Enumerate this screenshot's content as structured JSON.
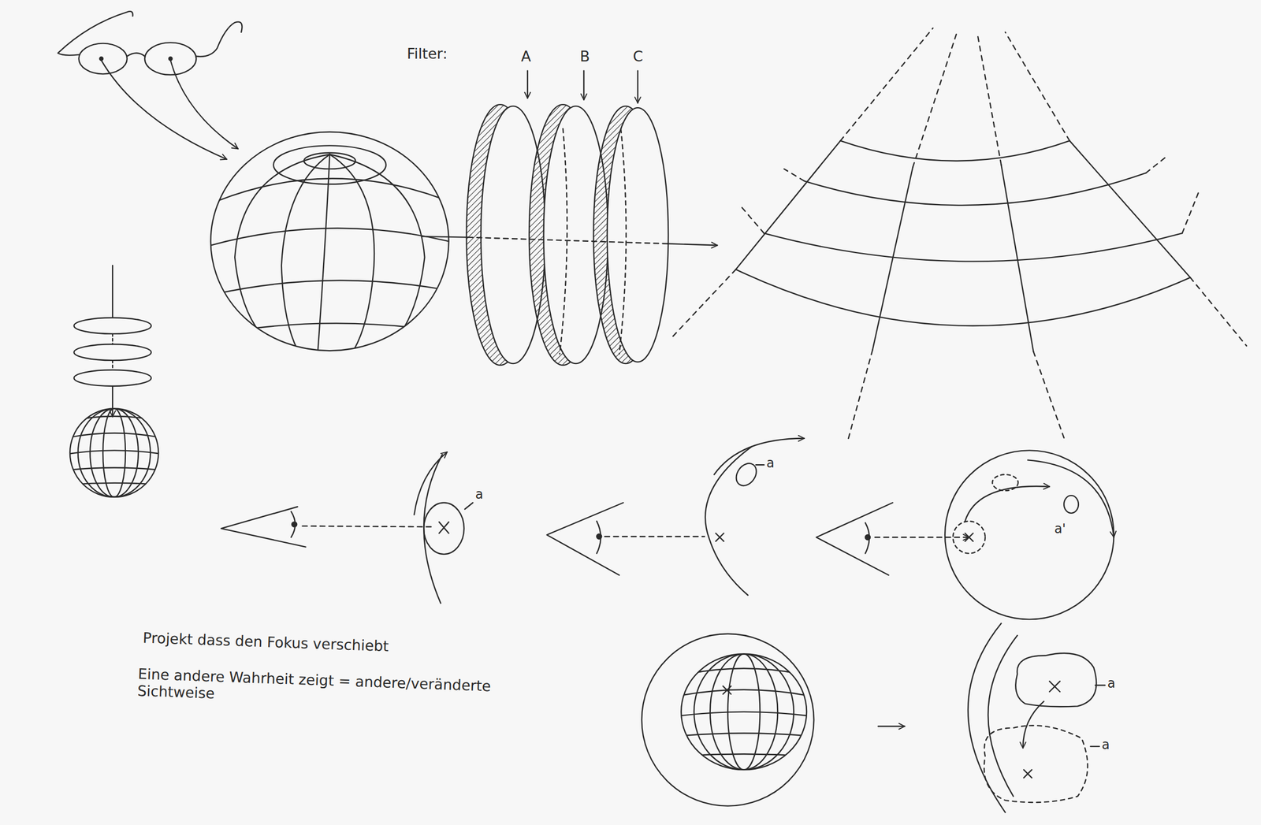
{
  "diagram": {
    "labels": [
      "Filter:",
      "A",
      "B",
      "C",
      "a",
      "a",
      "a'",
      "a",
      "a",
      "Projekt dass den Fokus verschiebt",
      "Eine andere Wahrheit zeigt = andere/veränderte Sichtweise"
    ]
  }
}
